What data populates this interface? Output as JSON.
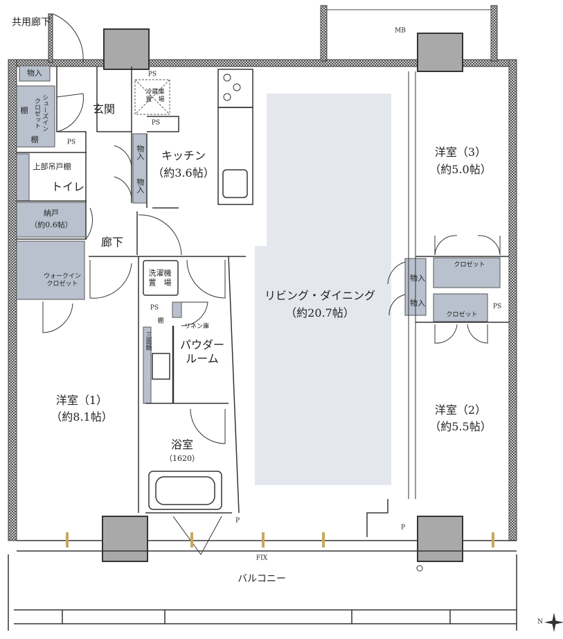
{
  "corridor_label": "共用廊下",
  "mb_label": "MB",
  "colors": {
    "storage_fill": "#b9c1ce",
    "living_fill": "#e4e7ee",
    "column_fill": "#a9a9a9",
    "wall": "#555555"
  },
  "rooms": {
    "entrance": "玄関",
    "kitchen": {
      "name": "キッチン",
      "size": "（約3.6帖）"
    },
    "fridge": "冷蔵庫\n置　場",
    "toilet": "トイレ",
    "toilet_shelf": "上部吊戸棚",
    "storeroom": {
      "name": "納戸",
      "size": "（約0.6帖）"
    },
    "hallway": "廊下",
    "walkin": "ウォークイン\nクロゼット",
    "washer": "洗濯機\n置　場",
    "linen": "リネン庫",
    "powder": "パウダー\nルーム",
    "mirror": "三面鏡",
    "bath": {
      "name": "浴室",
      "size": "（1620）"
    },
    "living": {
      "name": "リビング・ダイニング",
      "size": "（約20.7帖）"
    },
    "western1": {
      "name": "洋室（1）",
      "size": "（約8.1帖）"
    },
    "western2": {
      "name": "洋室（2）",
      "size": "（約5.5帖）"
    },
    "western3": {
      "name": "洋室（3）",
      "size": "（約5.0帖）"
    },
    "closet": "クロゼット",
    "storage": "物入",
    "shelf": "棚",
    "shoe_closet": "シューズイン\nクロゼット",
    "balcony": "バルコニー"
  },
  "markers": {
    "ps": "PS",
    "p": "P",
    "fix": "FIX"
  },
  "compass": "N"
}
